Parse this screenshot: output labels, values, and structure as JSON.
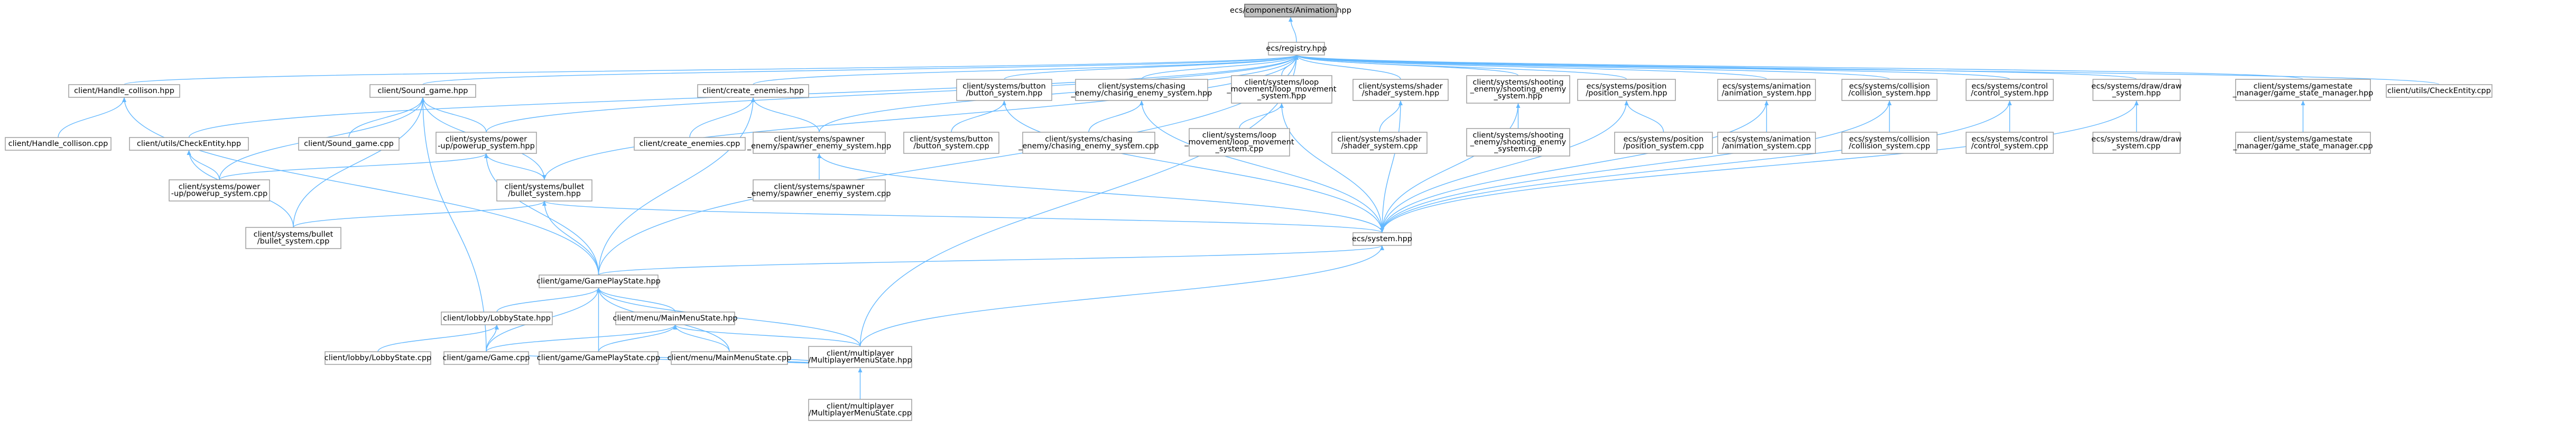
{
  "graph": {
    "accent": "#63b8ff",
    "root_fill": "#bfbfbf",
    "nodes": [
      {
        "id": "anim",
        "lines": [
          "ecs/components/Animation.hpp"
        ],
        "root": true
      },
      {
        "id": "registry",
        "lines": [
          "ecs/registry.hpp"
        ]
      },
      {
        "id": "handle_hpp",
        "lines": [
          "client/Handle_collison.hpp"
        ]
      },
      {
        "id": "handle_cpp",
        "lines": [
          "client/Handle_collison.cpp"
        ]
      },
      {
        "id": "checkentity_hpp",
        "lines": [
          "client/utils/CheckEntity.hpp"
        ]
      },
      {
        "id": "sound_hpp",
        "lines": [
          "client/Sound_game.hpp"
        ]
      },
      {
        "id": "sound_cpp",
        "lines": [
          "client/Sound_game.cpp"
        ]
      },
      {
        "id": "powerup_hpp",
        "lines": [
          "client/systems/power",
          "-up/powerup_system.hpp"
        ]
      },
      {
        "id": "powerup_cpp",
        "lines": [
          "client/systems/power",
          "-up/powerup_system.cpp"
        ]
      },
      {
        "id": "bullet_hpp",
        "lines": [
          "client/systems/bullet",
          "/bullet_system.hpp"
        ]
      },
      {
        "id": "bullet_cpp",
        "lines": [
          "client/systems/bullet",
          "/bullet_system.cpp"
        ]
      },
      {
        "id": "create_hpp",
        "lines": [
          "client/create_enemies.hpp"
        ]
      },
      {
        "id": "create_cpp",
        "lines": [
          "client/create_enemies.cpp"
        ]
      },
      {
        "id": "spawner_hpp",
        "lines": [
          "client/systems/spawner",
          "_enemy/spawner_enemy_system.hpp"
        ]
      },
      {
        "id": "spawner_cpp",
        "lines": [
          "client/systems/spawner",
          "_enemy/spawner_enemy_system.cpp"
        ]
      },
      {
        "id": "button_hpp",
        "lines": [
          "client/systems/button",
          "/button_system.hpp"
        ]
      },
      {
        "id": "button_cpp",
        "lines": [
          "client/systems/button",
          "/button_system.cpp"
        ]
      },
      {
        "id": "chasing_hpp",
        "lines": [
          "client/systems/chasing",
          "_enemy/chasing_enemy_system.hpp"
        ]
      },
      {
        "id": "chasing_cpp",
        "lines": [
          "client/systems/chasing",
          "_enemy/chasing_enemy_system.cpp"
        ]
      },
      {
        "id": "loop_hpp",
        "lines": [
          "client/systems/loop",
          "_movement/loop_movement",
          "_system.hpp"
        ]
      },
      {
        "id": "loop_cpp",
        "lines": [
          "client/systems/loop",
          "_movement/loop_movement",
          "_system.cpp"
        ]
      },
      {
        "id": "shader_hpp",
        "lines": [
          "client/systems/shader",
          "/shader_system.hpp"
        ]
      },
      {
        "id": "shader_cpp",
        "lines": [
          "client/systems/shader",
          "/shader_system.cpp"
        ]
      },
      {
        "id": "shooting_hpp",
        "lines": [
          "client/systems/shooting",
          "_enemy/shooting_enemy",
          "_system.hpp"
        ]
      },
      {
        "id": "shooting_cpp",
        "lines": [
          "client/systems/shooting",
          "_enemy/shooting_enemy",
          "_system.cpp"
        ]
      },
      {
        "id": "position_hpp",
        "lines": [
          "ecs/systems/position",
          "/position_system.hpp"
        ]
      },
      {
        "id": "position_cpp",
        "lines": [
          "ecs/systems/position",
          "/position_system.cpp"
        ]
      },
      {
        "id": "animsys_hpp",
        "lines": [
          "ecs/systems/animation",
          "/animation_system.hpp"
        ]
      },
      {
        "id": "animsys_cpp",
        "lines": [
          "ecs/systems/animation",
          "/animation_system.cpp"
        ]
      },
      {
        "id": "collision_hpp",
        "lines": [
          "ecs/systems/collision",
          "/collision_system.hpp"
        ]
      },
      {
        "id": "collision_cpp",
        "lines": [
          "ecs/systems/collision",
          "/collision_system.cpp"
        ]
      },
      {
        "id": "control_hpp",
        "lines": [
          "ecs/systems/control",
          "/control_system.hpp"
        ]
      },
      {
        "id": "control_cpp",
        "lines": [
          "ecs/systems/control",
          "/control_system.cpp"
        ]
      },
      {
        "id": "draw_hpp",
        "lines": [
          "ecs/systems/draw/draw",
          "_system.hpp"
        ]
      },
      {
        "id": "draw_cpp",
        "lines": [
          "ecs/systems/draw/draw",
          "_system.cpp"
        ]
      },
      {
        "id": "gsm_hpp",
        "lines": [
          "client/systems/gamestate",
          "_manager/game_state_manager.hpp"
        ]
      },
      {
        "id": "gsm_cpp",
        "lines": [
          "client/systems/gamestate",
          "_manager/game_state_manager.cpp"
        ]
      },
      {
        "id": "checkentity2",
        "lines": [
          "client/utils/CheckEntity.cpp"
        ]
      },
      {
        "id": "system_hpp",
        "lines": [
          "ecs/system.hpp"
        ]
      },
      {
        "id": "gps_hpp",
        "lines": [
          "client/game/GamePlayState.hpp"
        ]
      },
      {
        "id": "lobby_hpp",
        "lines": [
          "client/lobby/LobbyState.hpp"
        ]
      },
      {
        "id": "lobby_cpp",
        "lines": [
          "client/lobby/LobbyState.cpp"
        ]
      },
      {
        "id": "game_cpp",
        "lines": [
          "client/game/Game.cpp"
        ]
      },
      {
        "id": "mainmenu_hpp",
        "lines": [
          "client/menu/MainMenuState.hpp"
        ]
      },
      {
        "id": "gps_cpp",
        "lines": [
          "client/game/GamePlayState.cpp"
        ]
      },
      {
        "id": "mainmenu_cpp",
        "lines": [
          "client/menu/MainMenuState.cpp"
        ]
      },
      {
        "id": "mp_hpp",
        "lines": [
          "client/multiplayer",
          "/MultiplayerMenuState.hpp"
        ]
      },
      {
        "id": "mp_cpp",
        "lines": [
          "client/multiplayer",
          "/MultiplayerMenuState.cpp"
        ]
      }
    ]
  }
}
